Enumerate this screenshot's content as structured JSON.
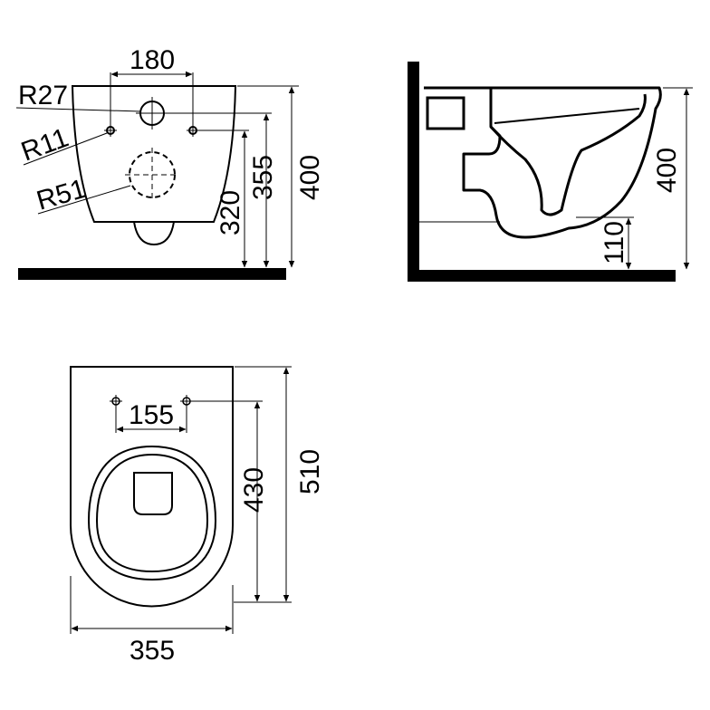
{
  "front_view": {
    "width_between_holes": "180",
    "radius_top_hole": "R27",
    "radius_bolt_holes": "R11",
    "radius_outlet": "R51",
    "height_total": "400",
    "height_top_hole": "355",
    "height_bolt_holes": "320"
  },
  "side_view": {
    "height_total": "400",
    "height_outlet": "110"
  },
  "top_view": {
    "bolt_spacing": "155",
    "length_to_bolts": "430",
    "length_total": "510",
    "width_total": "355"
  },
  "colors": {
    "ink": "#000000",
    "paper": "#ffffff"
  }
}
